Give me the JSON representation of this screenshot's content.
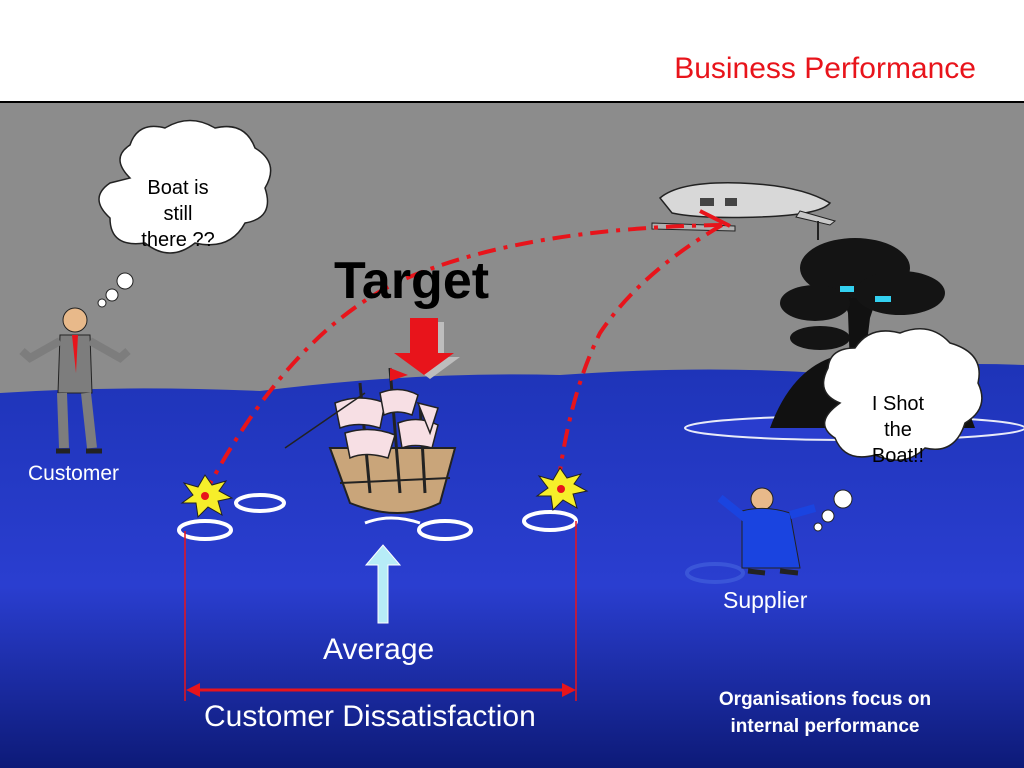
{
  "slide": {
    "title": "Business Performance"
  },
  "scene": {
    "target_label": "Target",
    "customer_thought": [
      "Boat is",
      "still",
      "there ??"
    ],
    "supplier_thought": [
      "I Shot",
      "the",
      "Boat!!"
    ],
    "customer_label": "Customer",
    "supplier_label": "Supplier",
    "average_label": "Average",
    "dissatisfaction_label": "Customer Dissatisfaction",
    "footnote": [
      "Organisations focus on",
      "internal performance"
    ]
  },
  "colors": {
    "sky": "#8c8c8c",
    "sea_top": "#1a2fa8",
    "sea_bottom": "#0b1560",
    "trajectory": "#e8141b",
    "title": "#e8141b",
    "target_arrow": "#e8141b",
    "average_arrow": "#b7ecf7"
  },
  "icons": {
    "customer": "businessman-shrugging-icon",
    "supplier": "businessman-waving-icon",
    "boat": "sailing-ship-icon",
    "plane": "aircraft-icon",
    "island": "island-tree-icon",
    "burst": "explosion-burst-icon"
  }
}
